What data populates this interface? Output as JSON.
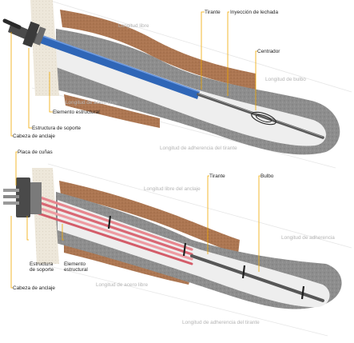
{
  "colors": {
    "leader": "#f0a800",
    "soil": "#a9744f",
    "grout": "#8b8b8b",
    "sheath_blue": "#2f66b7",
    "sheath_red": "#e8868e",
    "inner_paste": "#efefef",
    "wall": "#ece6d9"
  },
  "top": {
    "labels": {
      "longitud_libre": "Longitud libre",
      "tirante": "Tirante",
      "inyeccion": "Inyección de lechada",
      "centrador": "Centrador",
      "longitud_bulbo": "Longitud de bulbo",
      "longitud_acero": "Longitud de acero libre",
      "elemento": "Elemento estructural",
      "estructura": "Estructura de soporte",
      "cabeza": "Cabeza de anclaje",
      "adherencia_tirante": "Longitud de adherencia del tirante"
    }
  },
  "bottom": {
    "labels": {
      "placa": "Placa de cuñas",
      "longitud_libre_anclaje": "Longitud libre del anclaje",
      "tirante": "Tirante",
      "bulbo": "Bulbo",
      "longitud_adherencia": "Longitud de adherencia",
      "estructura_line1": "Estructura",
      "estructura_line2": "de soporte",
      "elemento_line1": "Elemento",
      "elemento_line2": "estructural",
      "cabeza": "Cabeza de anclaje",
      "longitud_acero": "Longitud de acero libre",
      "adherencia_tirante": "Longitud de adherencia del tirante"
    }
  }
}
